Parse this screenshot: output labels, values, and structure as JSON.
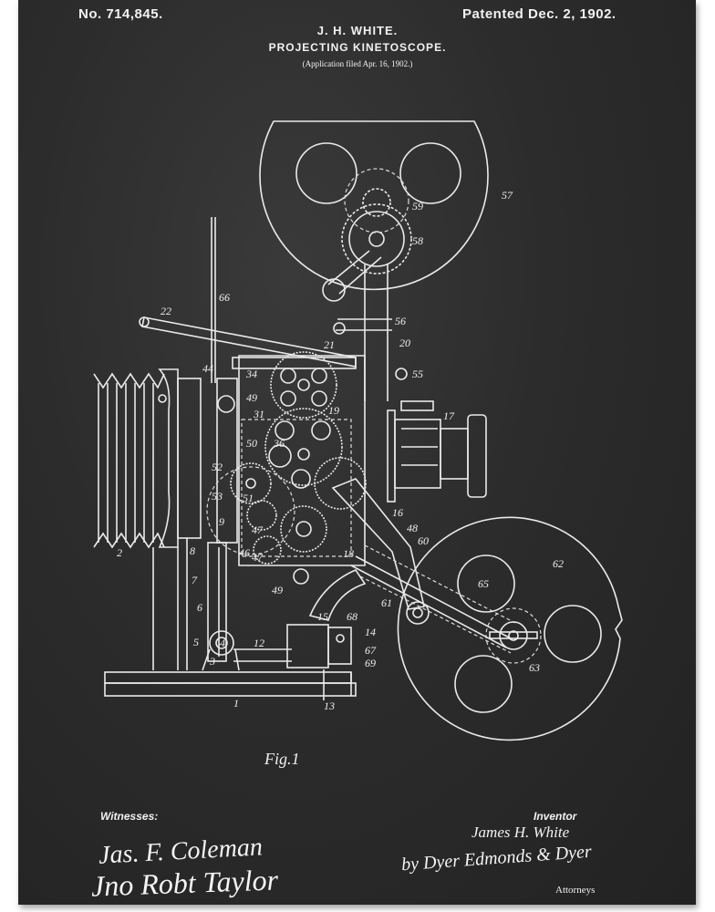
{
  "header": {
    "patent_number": "No. 714,845.",
    "patent_date": "Patented Dec. 2, 1902.",
    "inventor_name": "J. H. WHITE.",
    "title": "PROJECTING KINETOSCOPE.",
    "filed": "(Application filed Apr. 16, 1902.)"
  },
  "drawing": {
    "figure_label": "Fig.1",
    "part_labels": [
      "57",
      "59",
      "58",
      "66",
      "22",
      "56",
      "21",
      "20",
      "44",
      "34",
      "49",
      "55",
      "31",
      "19",
      "17",
      "50",
      "36",
      "52",
      "53",
      "9",
      "51",
      "47",
      "46",
      "47",
      "2",
      "8",
      "7",
      "6",
      "5",
      "4",
      "3",
      "12",
      "15",
      "68",
      "14",
      "67",
      "69",
      "13",
      "1",
      "16",
      "48",
      "60",
      "18",
      "61",
      "49",
      "62",
      "65",
      "63"
    ]
  },
  "footer": {
    "witnesses_label": "Witnesses:",
    "witness_1": "Jas. F. Coleman",
    "witness_2": "Jno Robt Taylor",
    "inventor_label": "Inventor",
    "inventor_signature": "James H. White",
    "attorney_signature": "by Dyer Edmonds & Dyer",
    "attorneys_label": "Attorneys"
  },
  "colors": {
    "board": "#2c2c2c",
    "chalk": "#eaeaea",
    "margin": "#ffffff"
  }
}
